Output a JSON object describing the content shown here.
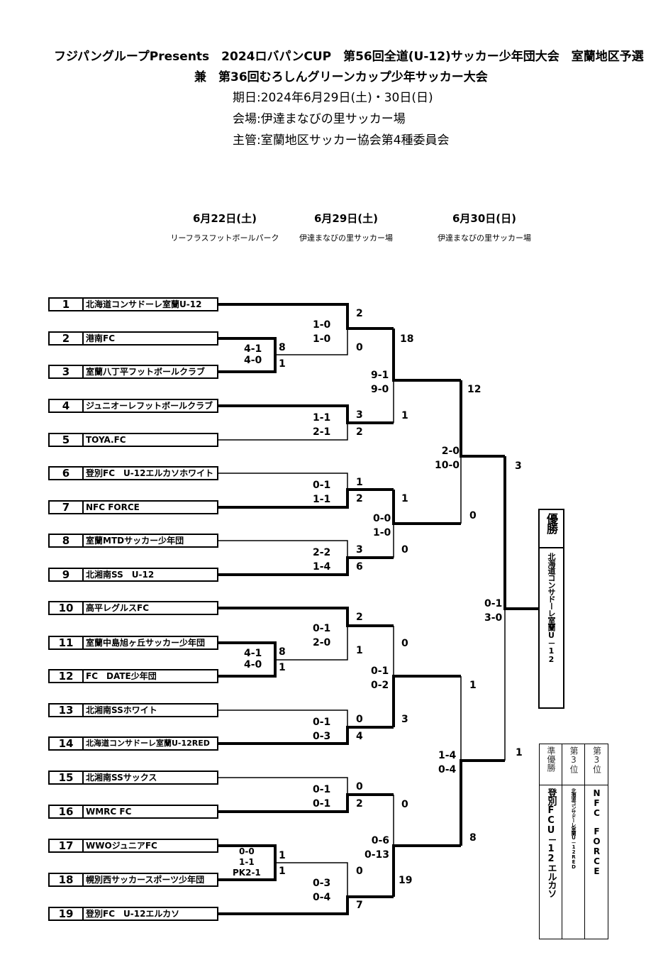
{
  "header": {
    "title_line1": "フジパングループPresents　2024ロバパンCUP　第56回全道(U-12)サッカー少年団大会　室蘭地区予選",
    "title_line2": "兼　第36回むろしんグリーンカップ少年サッカー大会",
    "dates": "期日:2024年6月29日(土)・30日(日)",
    "venue": "会場:伊達まなびの里サッカー場",
    "organizer": "主管:室蘭地区サッカー協会第4種委員会"
  },
  "rounds": [
    {
      "date": "6月22日(土)",
      "venue": "リーフラスフットボールパーク"
    },
    {
      "date": "6月29日(土)",
      "venue": "伊達まなびの里サッカー場"
    },
    {
      "date": "6月30日(日)",
      "venue": "伊達まなびの里サッカー場"
    }
  ],
  "teams": [
    {
      "num": "1",
      "name": "北海道コンサドーレ室蘭U-12"
    },
    {
      "num": "2",
      "name": "港南FC"
    },
    {
      "num": "3",
      "name": "室蘭八丁平フットボールクラブ"
    },
    {
      "num": "4",
      "name": "ジュニオーレフットボールクラブ"
    },
    {
      "num": "5",
      "name": "TOYA.FC"
    },
    {
      "num": "6",
      "name": "登別FC　U-12エルカソホワイト"
    },
    {
      "num": "7",
      "name": "NFC FORCE"
    },
    {
      "num": "8",
      "name": "室蘭MTDサッカー少年団"
    },
    {
      "num": "9",
      "name": "北湘南SS　U-12"
    },
    {
      "num": "10",
      "name": "高平レグルスFC"
    },
    {
      "num": "11",
      "name": "室蘭中島旭ヶ丘サッカー少年団"
    },
    {
      "num": "12",
      "name": "FC　DATE少年団"
    },
    {
      "num": "13",
      "name": "北湘南SSホワイト"
    },
    {
      "num": "14",
      "name": "北海道コンサドーレ室蘭U-12RED"
    },
    {
      "num": "15",
      "name": "北湘南SSサックス"
    },
    {
      "num": "16",
      "name": "WMRC FC"
    },
    {
      "num": "17",
      "name": "WWOジュニアFC"
    },
    {
      "num": "18",
      "name": "幌別西サッカースポーツ少年団"
    },
    {
      "num": "19",
      "name": "登別FC　U-12エルカソ"
    }
  ],
  "scores": {
    "m23_half": "4-1\n4-0",
    "m23_a": "8",
    "m23_b": "1",
    "m11_18_half": "4-1\n4-0",
    "m11_18_a": "8",
    "m11_18_b": "1",
    "m17_18_half": "0-0\n1-1\nPK2-1",
    "m17_18_a": "1",
    "m17_18_b": "1",
    "r2_1": "1-0\n1-0",
    "r2_1a": "2",
    "r2_1b": "0",
    "r2_2": "1-1\n2-1",
    "r2_2a": "3",
    "r2_2b": "2",
    "r2_3": "0-1\n1-1",
    "r2_3a": "1",
    "r2_3b": "2",
    "r2_4": "2-2\n1-4",
    "r2_4a": "3",
    "r2_4b": "6",
    "r2_5": "0-1\n2-0",
    "r2_5a": "2",
    "r2_5b": "1",
    "r2_6": "0-1\n0-3",
    "r2_6a": "0",
    "r2_6b": "4",
    "r2_7": "0-1\n0-1",
    "r2_7a": "0",
    "r2_7b": "2",
    "r2_8": "0-3\n0-4",
    "r2_8a": "0",
    "r2_8b": "7",
    "qf_1": "9-1\n9-0",
    "qf_1a": "18",
    "qf_1b": "1",
    "qf_2": "0-0\n1-0",
    "qf_2a": "1",
    "qf_2b": "0",
    "qf_3": "0-1\n0-2",
    "qf_3a": "0",
    "qf_3b": "3",
    "qf_4": "0-6\n0-13",
    "qf_4a": "0",
    "qf_4b": "19",
    "sf_1": "2-0\n10-0",
    "sf_1a": "12",
    "sf_1b": "0",
    "sf_2": "1-4\n0-4",
    "sf_2a": "1",
    "sf_2b": "8",
    "final": "0-1\n3-0",
    "final_a": "3",
    "final_b": "1"
  },
  "champion": {
    "header": "優勝",
    "name": "北海道コンサドーレ室蘭U－12"
  },
  "results": {
    "runner_up_label": "準優勝",
    "runner_up": "登別FCU－12エルカソ",
    "third_label_1": "第3位",
    "third_1": "北海道コンサドーレ室蘭U－12RED",
    "third_label_2": "第3位",
    "third_2": "NFC　FORCE"
  }
}
